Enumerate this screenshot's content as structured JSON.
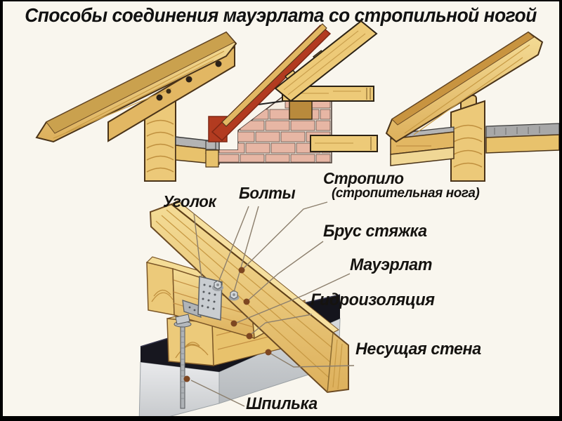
{
  "page": {
    "title": "Способы соединения мауэрлата со стропильной ногой"
  },
  "callouts": {
    "ugolok": "Уголок",
    "bolty": "Болты",
    "stropilo": "Стропило",
    "stropilo_sub": "(стропительная нога)",
    "brus": "Брус стяжка",
    "mauerlat": "Мауэрлат",
    "gidro": "Гидроизоляция",
    "stena": "Несущая стена",
    "shpilka": "Шпилька"
  },
  "colors": {
    "background": "#f9f6ee",
    "frame": "#000000",
    "wood_light": "#f0d488",
    "wood_mid": "#e2b763",
    "wood_outline": "#5c3f1c",
    "roof_red": "#b23b20",
    "brick": "#e7b6a4",
    "mortar": "#f6eee3",
    "wall_grey": "#d6d8da",
    "waterproofing_black": "#17171f",
    "metal": "#c6cacd",
    "leader_line": "#8c7f6d",
    "leader_dot": "#7d4621",
    "label_text": "#151310"
  }
}
